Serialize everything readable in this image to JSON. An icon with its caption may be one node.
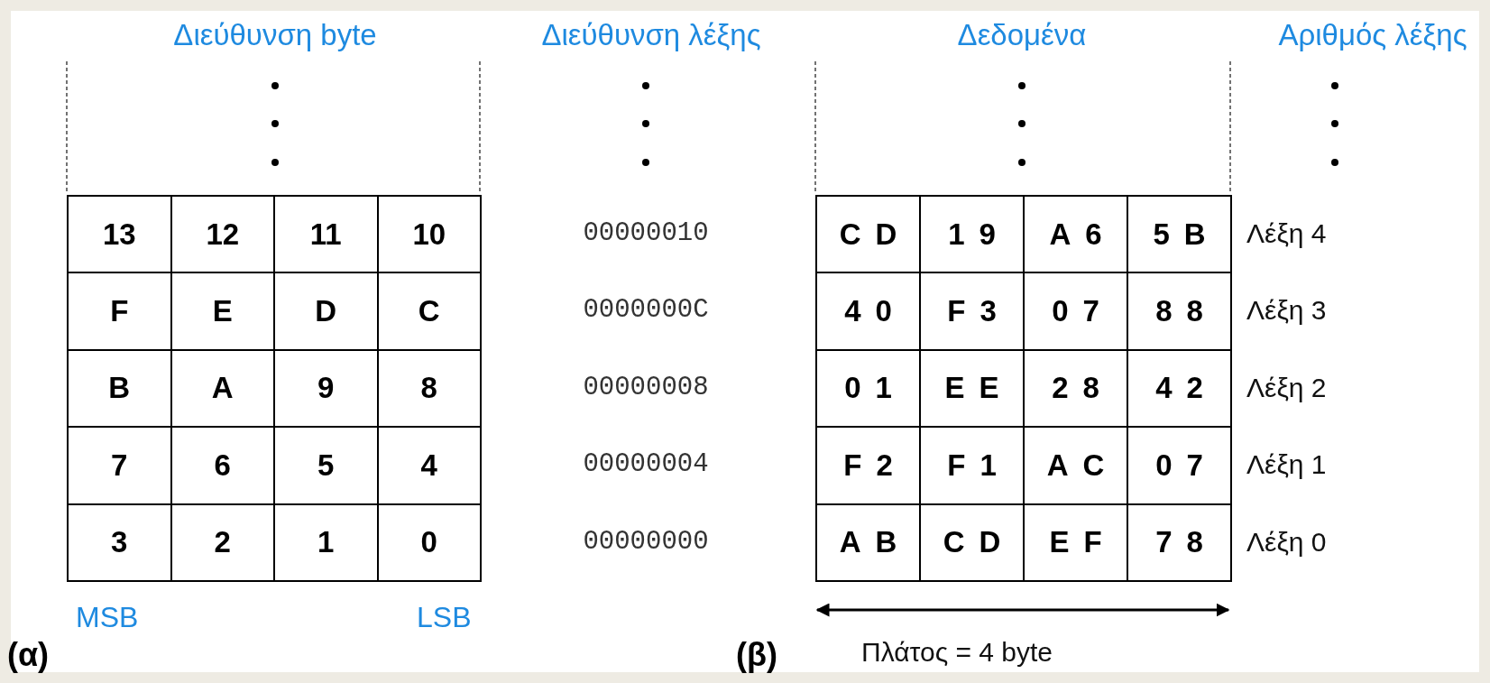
{
  "diagram": {
    "labels": [
      "Διεύθυνση byte",
      "Διεύθυνση λέξης",
      "Δεδομένα",
      "Αριθμός λέξης",
      "13",
      "12",
      "11",
      "10",
      "00000010",
      "CD",
      "19",
      "A6",
      "5B",
      "Λέξη 4",
      "F",
      "E",
      "D",
      "C",
      "0000000C",
      "40",
      "F3",
      "07",
      "88",
      "Λέξη 3",
      "B",
      "A",
      "9",
      "8",
      "00000008",
      "01",
      "EE",
      "28",
      "42",
      "Λέξη 2",
      "7",
      "6",
      "5",
      "4",
      "00000004",
      "F2",
      "F1",
      "AC",
      "07",
      "Λέξη 1",
      "3",
      "2",
      "1",
      "0",
      "00000000",
      "AB",
      "CD",
      "EF",
      "78",
      "Λέξη 0",
      "MSB",
      "LSB",
      "(α)",
      "(β)",
      "Πλάτος = 4 byte"
    ]
  }
}
